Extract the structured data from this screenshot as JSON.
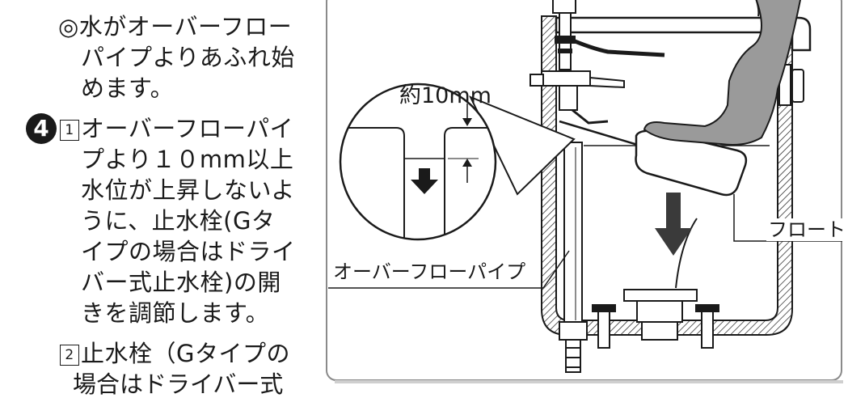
{
  "instructions": {
    "note_line1": "◎水がオーバーフロー",
    "note_line2": "パイプよりあふれ始",
    "note_line3": "めます。",
    "step_badge": "4",
    "sub1_num": "1",
    "sub1_lines": [
      "オーバーフローパイ",
      "プより１０mm以上",
      "水位が上昇しないよ",
      "うに、止水栓(Gタ",
      "イプの場合はドライ",
      "バー式止水栓)の開",
      "きを調節します。"
    ],
    "sub2_num": "2",
    "sub2_line1": "止水栓（Gタイプの",
    "sub2_line2_partial": "場合はドライバー式"
  },
  "illustration": {
    "magnify_label": "約10mm",
    "overflow_pipe_label": "オーバーフローパイプ",
    "float_label": "フロート"
  },
  "colors": {
    "ink": "#1a1a1a",
    "glove": "#9a9a9a",
    "panel_border": "#8a8a8a",
    "panel_shadow": "#cfcfcf"
  }
}
